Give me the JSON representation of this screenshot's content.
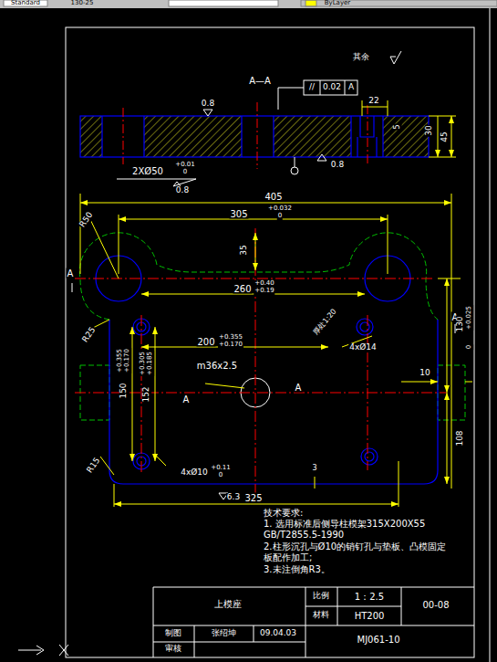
{
  "diagram": {
    "labels": [
      "Standard",
      "ByLayer",
      "其余",
      "A—A",
      "0.8",
      "//",
      "0.02",
      "A",
      "22",
      "5",
      "30",
      "45",
      "2XØ50",
      "+0.01",
      "0",
      "0.8",
      "0.8",
      "405",
      "305",
      "+0.032",
      "0",
      "R50",
      "35",
      "A",
      "A",
      "260",
      "+0.40",
      "+0.19",
      "R25",
      "200",
      "+0.355",
      "+0.170",
      "厚处1:20",
      "4xØ14",
      "130",
      "+0.025",
      "0",
      "m36x2.5",
      "A",
      "A",
      "150",
      "+0.355",
      "+0.170",
      "152",
      "+0.305",
      "+0.185",
      "10",
      "108",
      "R15",
      "4xØ10",
      "+0.11",
      "0",
      "3",
      "6.3",
      "325",
      "技术要求:",
      "1. 选用标准后侧导柱模架315X200X55",
      "GB/T2855.5-1990",
      "2.柱形沉孔与Ø10的销钉孔与垫板、凸模固定",
      "板配作加工;",
      "3.未注倒角R3。",
      "上模座",
      "比例",
      "1：2.5",
      "材料",
      "HT200",
      "00-08",
      "制图",
      "张绍坤",
      "09.04.03",
      "审核",
      "MJ061-10",
      "130-25"
    ]
  }
}
